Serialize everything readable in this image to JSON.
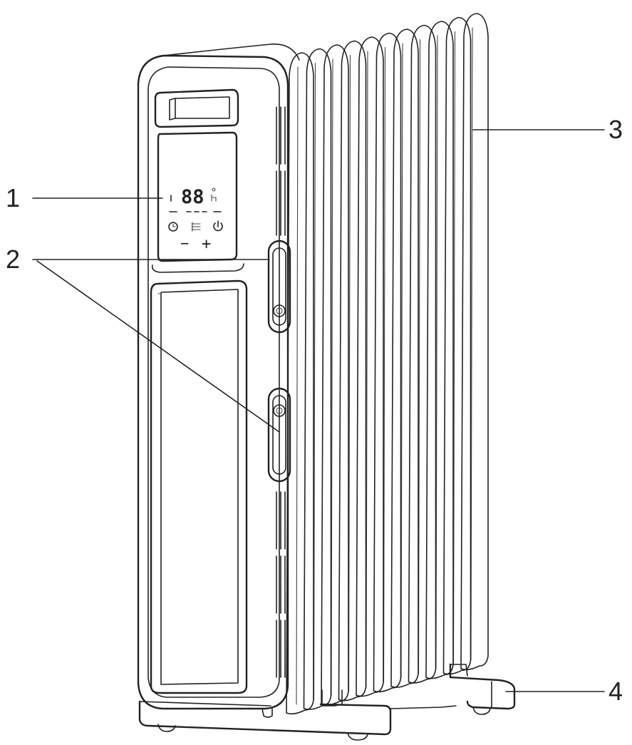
{
  "diagram": {
    "callouts": [
      {
        "id": "1",
        "label": "1"
      },
      {
        "id": "2",
        "label": "2"
      },
      {
        "id": "3",
        "label": "3"
      },
      {
        "id": "4",
        "label": "4"
      }
    ],
    "display": {
      "digits": "88",
      "minus": "−",
      "plus": "+"
    },
    "icons": [
      "timer-icon",
      "heat-mode-icon",
      "power-icon",
      "unit-indicator-icon"
    ]
  }
}
